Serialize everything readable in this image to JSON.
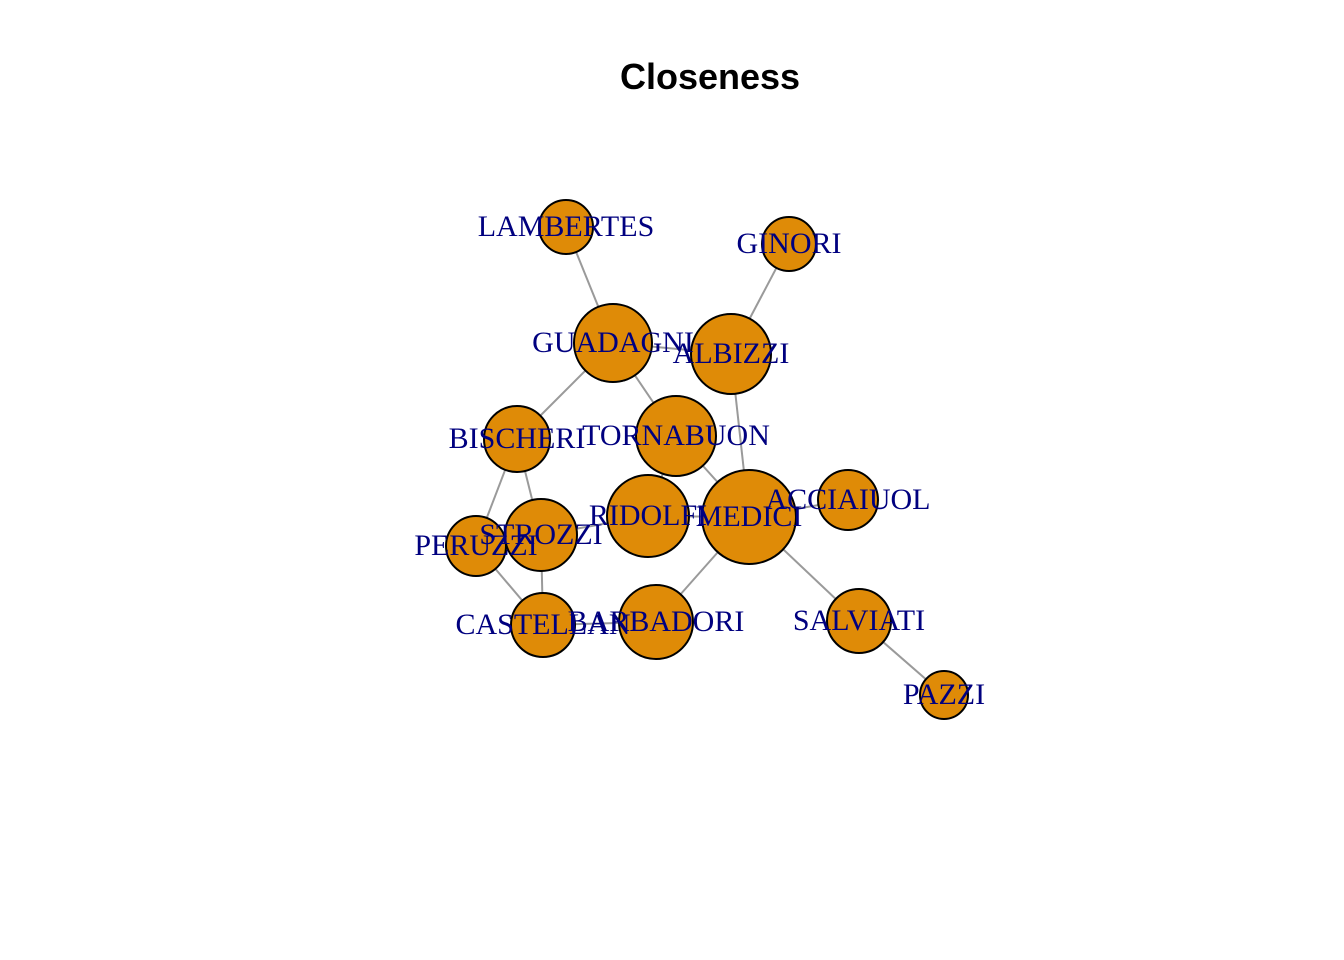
{
  "title": "Closeness",
  "colors": {
    "node_fill": "#df8b07",
    "node_border": "#000000",
    "edge": "#9a9a9a",
    "label": "#00007f"
  },
  "nodes": [
    {
      "id": "LAMBERTES",
      "label": "LAMBERTES"
    },
    {
      "id": "GINORI",
      "label": "GINORI"
    },
    {
      "id": "GUADAGNI",
      "label": "GUADAGNI"
    },
    {
      "id": "ALBIZZI",
      "label": "ALBIZZI"
    },
    {
      "id": "BISCHERI",
      "label": "BISCHERI"
    },
    {
      "id": "TORNABUON",
      "label": "TORNABUON"
    },
    {
      "id": "RIDOLFI",
      "label": "RIDOLFI"
    },
    {
      "id": "MEDICI",
      "label": "MEDICI"
    },
    {
      "id": "ACCIAIUOL",
      "label": "ACCIAIUOL"
    },
    {
      "id": "PERUZZI",
      "label": "PERUZZI"
    },
    {
      "id": "STROZZI",
      "label": "STROZZI"
    },
    {
      "id": "CASTELLAN",
      "label": "CASTELLAN"
    },
    {
      "id": "BARBADORI",
      "label": "BARBADORI"
    },
    {
      "id": "SALVIATI",
      "label": "SALVIATI"
    },
    {
      "id": "PAZZI",
      "label": "PAZZI"
    }
  ],
  "edges": [
    [
      "LAMBERTES",
      "GUADAGNI"
    ],
    [
      "GINORI",
      "ALBIZZI"
    ],
    [
      "GUADAGNI",
      "ALBIZZI"
    ],
    [
      "GUADAGNI",
      "BISCHERI"
    ],
    [
      "GUADAGNI",
      "TORNABUON"
    ],
    [
      "ALBIZZI",
      "MEDICI"
    ],
    [
      "TORNABUON",
      "MEDICI"
    ],
    [
      "TORNABUON",
      "RIDOLFI"
    ],
    [
      "BISCHERI",
      "PERUZZI"
    ],
    [
      "BISCHERI",
      "STROZZI"
    ],
    [
      "PERUZZI",
      "STROZZI"
    ],
    [
      "PERUZZI",
      "CASTELLAN"
    ],
    [
      "STROZZI",
      "CASTELLAN"
    ],
    [
      "STROZZI",
      "RIDOLFI"
    ],
    [
      "RIDOLFI",
      "MEDICI"
    ],
    [
      "MEDICI",
      "ACCIAIUOL"
    ],
    [
      "MEDICI",
      "BARBADORI"
    ],
    [
      "MEDICI",
      "SALVIATI"
    ],
    [
      "CASTELLAN",
      "BARBADORI"
    ],
    [
      "SALVIATI",
      "PAZZI"
    ]
  ]
}
